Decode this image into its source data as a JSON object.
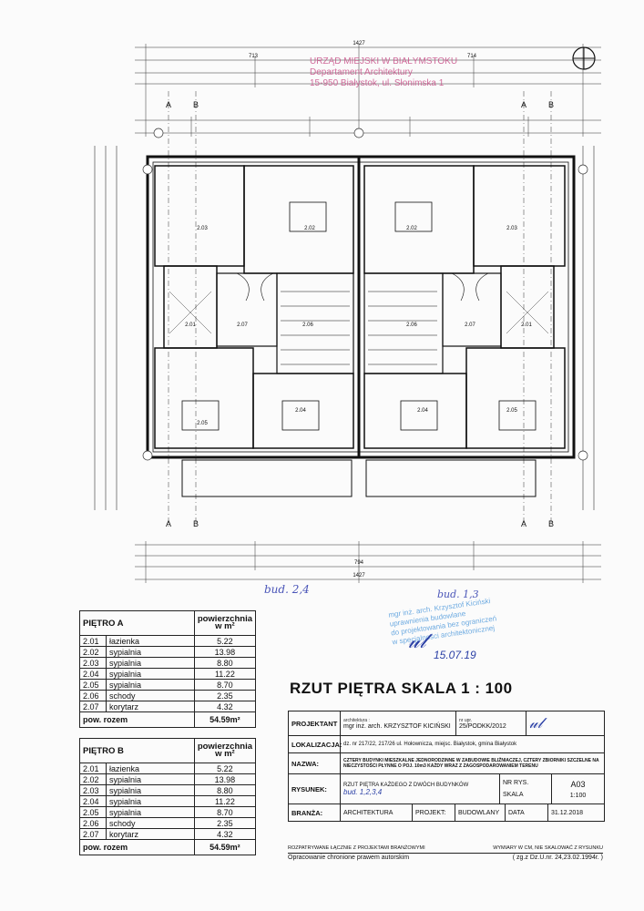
{
  "stamp": {
    "line1": "URZĄD MIEJSKI W BIAŁYMSTOKU",
    "line2": "Departament Architektury",
    "line3": "15-950 Białystok, ul. Słonimska 1"
  },
  "plan": {
    "dims": {
      "total": "1427",
      "half_left": "713",
      "half_right": "714",
      "center": "794"
    },
    "rooms_left": [
      "2.03",
      "2.02",
      "2.01",
      "2.07",
      "2.06",
      "2.05",
      "2.04"
    ],
    "rooms_right": [
      "2.02",
      "2.03",
      "2.06",
      "2.07",
      "2.01",
      "2.04",
      "2.05"
    ],
    "section_marks": [
      "A",
      "B",
      "A",
      "B"
    ]
  },
  "handnote": "bud. 2,4",
  "handnote2": "bud. 1,3",
  "bluestamp": {
    "l1": "mgr inż. arch. Krzysztof Kiciński",
    "l2": "uprawnienia budowlane",
    "l3": "do projektowania bez ograniczeń",
    "l4": "w specjalności architektonicznej"
  },
  "bluedate": "15.07.19",
  "tableA": {
    "title": "PIĘTRO A",
    "unit_label": "powierzchnia w m²",
    "rows": [
      {
        "num": "2.01",
        "name": "łazienka",
        "area": "5.22"
      },
      {
        "num": "2.02",
        "name": "sypialnia",
        "area": "13.98"
      },
      {
        "num": "2.03",
        "name": "sypialnia",
        "area": "8.80"
      },
      {
        "num": "2.04",
        "name": "sypialnia",
        "area": "11.22"
      },
      {
        "num": "2.05",
        "name": "sypialnia",
        "area": "8.70"
      },
      {
        "num": "2.06",
        "name": "schody",
        "area": "2.35"
      },
      {
        "num": "2.07",
        "name": "korytarz",
        "area": "4.32"
      }
    ],
    "total_label": "pow. rozem",
    "total": "54.59m²"
  },
  "tableB": {
    "title": "PIĘTRO B",
    "unit_label": "powierzchnia w m²",
    "rows": [
      {
        "num": "2.01",
        "name": "łazienka",
        "area": "5.22"
      },
      {
        "num": "2.02",
        "name": "sypialnia",
        "area": "13.98"
      },
      {
        "num": "2.03",
        "name": "sypialnia",
        "area": "8.80"
      },
      {
        "num": "2.04",
        "name": "sypialnia",
        "area": "11.22"
      },
      {
        "num": "2.05",
        "name": "sypialnia",
        "area": "8.70"
      },
      {
        "num": "2.06",
        "name": "schody",
        "area": "2.35"
      },
      {
        "num": "2.07",
        "name": "korytarz",
        "area": "4.32"
      }
    ],
    "total_label": "pow. rozem",
    "total": "54.59m²"
  },
  "title": "RZUT PIĘTRA  SKALA 1 : 100",
  "titleblock": {
    "projektant_label": "PROJEKTANT",
    "designer_role": "architektura :",
    "designer_name": "mgr inż. arch. KRZYSZTOF KICIŃSKI",
    "permit_label": "nr upr.",
    "permit": "25/PODKK/2012",
    "lokalizacja_label": "LOKALIZACJA:",
    "lokalizacja": "dz. nr 217/22, 217/26 ul. Hołownicza, miejsc. Białystok, gmina Białystok",
    "nazwa_label": "NAZWA:",
    "nazwa": "CZTERY BUDYNKI MIESZKALNE JEDNORODZINNE W ZABUDOWIE BLIŹNIACZEJ, CZTERY ZBIORNIKI SZCZELNE NA NIECZYSTOŚCI PŁYNNE O POJ. 10m3 KAŻDY WRAZ Z ZAGOSPODAROWANIEM TERENU",
    "rysunek_label": "RYSUNEK:",
    "rysunek": "RZUT PIĘTRA KAŻDEGO Z DWÓCH BUDYNKÓW",
    "rysunek_note": "bud. 1,2,3,4",
    "nr_rys_label": "NR RYS.",
    "nr_rys": "A03",
    "skala_label": "SKALA",
    "skala": "1:100",
    "branza_label": "BRANŻA:",
    "branza": "ARCHITEKTURA",
    "projekt_label": "PROJEKT:",
    "projekt": "BUDOWLANY",
    "data_label": "DATA",
    "data": "31.12.2018"
  },
  "footer": {
    "left_small": "ROZPATRYWANE ŁĄCZNIE Z PROJEKTAMI BRANŻOWYMI",
    "right_small": "WYMIARY W CM, NIE SKALOWAĆ Z RYSUNKU",
    "left": "Opracowanie chronione prawem autorskim",
    "right": "( zg.z Dz.U.nr. 24,23.02.1994r. )"
  }
}
